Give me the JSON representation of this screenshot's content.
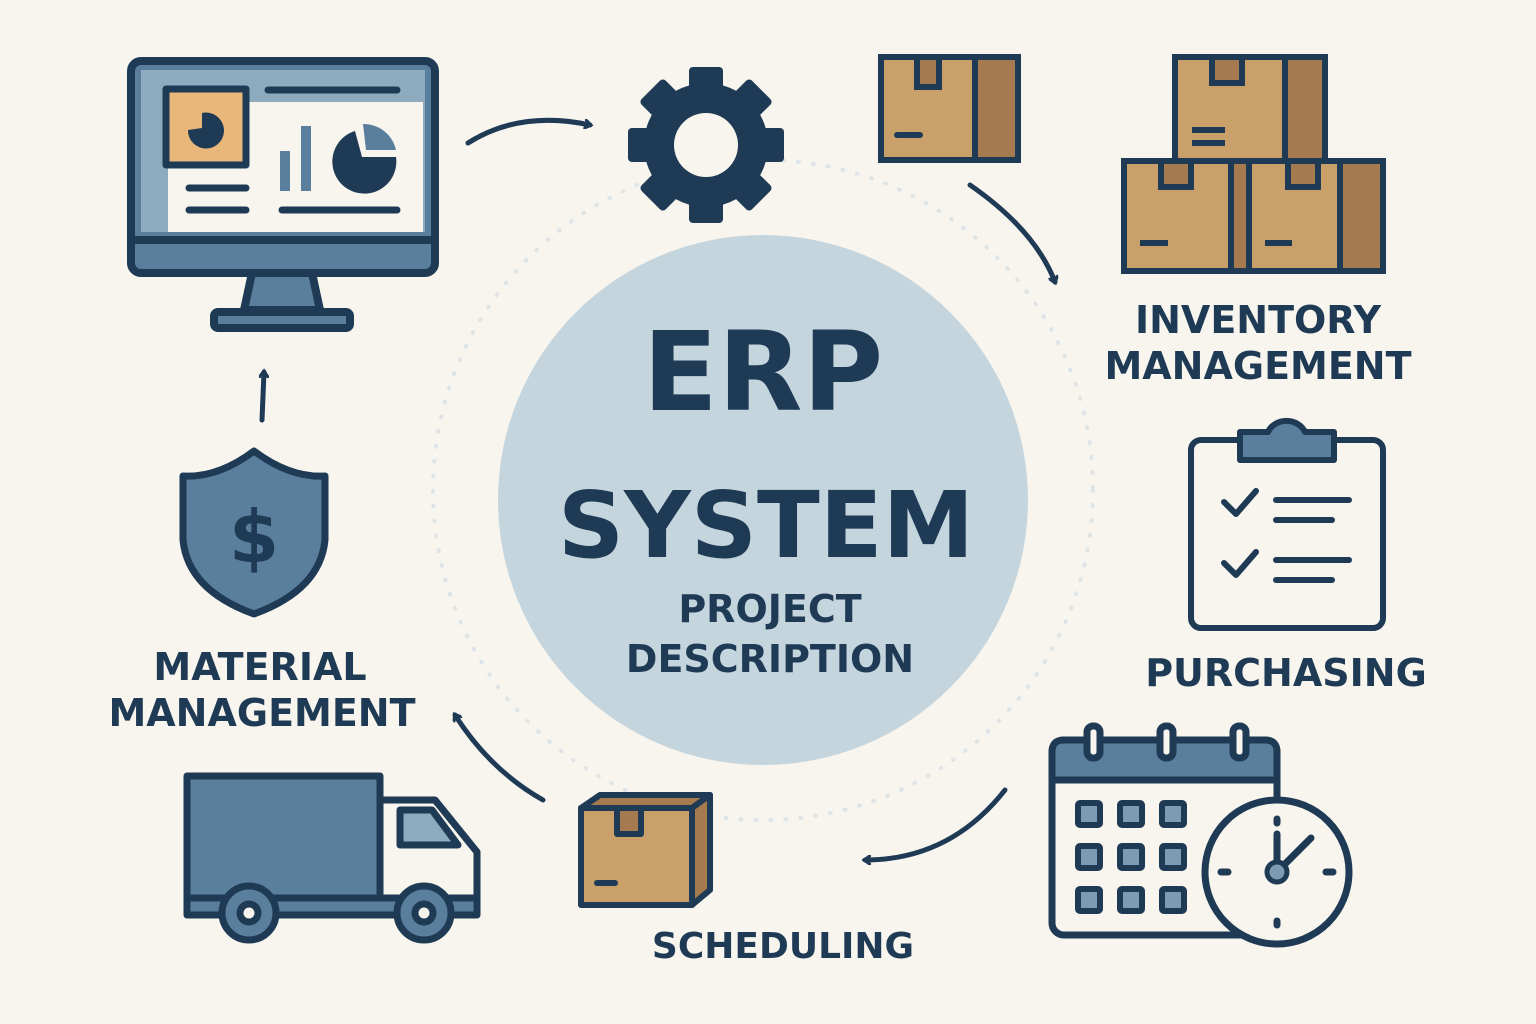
{
  "center": {
    "title_line1": "ERP",
    "title_line2": "SYSTEM",
    "subtitle_line1": "PROJECT",
    "subtitle_line2": "DESCRIPTION"
  },
  "labels": {
    "inventory_line1": "INVENTORY",
    "inventory_line2": "MANAGEMENT",
    "purchasing": "PURCHASING",
    "scheduling": "SCHEDULING",
    "material_line1": "MATERIAL",
    "material_line2": "MANAGEMENT"
  },
  "icons": [
    "monitor-dashboard-icon",
    "gear-icon",
    "box-icon",
    "stacked-boxes-icon",
    "clipboard-checklist-icon",
    "calendar-clock-icon",
    "box-icon",
    "truck-icon",
    "shield-dollar-icon"
  ],
  "colors": {
    "navy": "#1e3a55",
    "steel": "#5a7f9c",
    "cardboard": "#c9a06a",
    "cardboard_dark": "#a57a4e",
    "background": "#f8f5ee",
    "center_circle": "#c5d5de"
  }
}
